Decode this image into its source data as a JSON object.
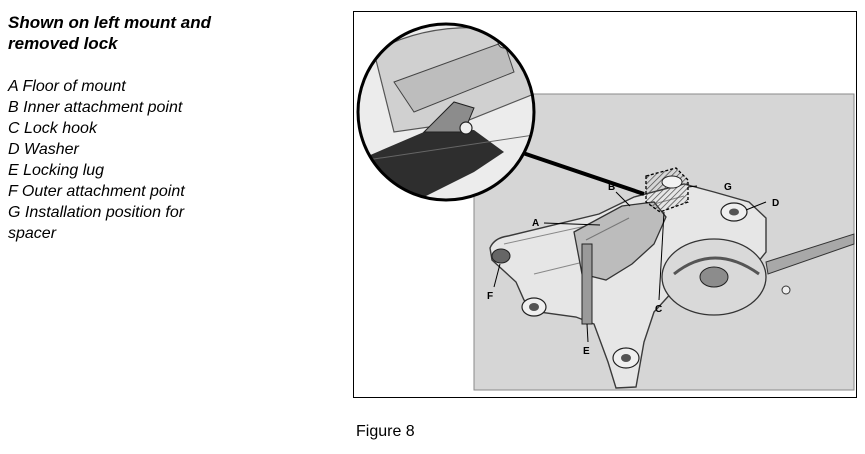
{
  "legend": {
    "title_line1": "Shown on left mount and",
    "title_line2": "removed lock",
    "items": [
      "A Floor of mount",
      "B Inner attachment point",
      "C Lock hook",
      "D Washer",
      "E Locking lug",
      "F Outer attachment point",
      "G Installation position for",
      "spacer"
    ]
  },
  "figure": {
    "callouts": {
      "A": "A",
      "B": "B",
      "C": "C",
      "D": "D",
      "E": "E",
      "F": "F",
      "G": "G"
    },
    "caption": "Figure 8"
  },
  "colors": {
    "photo_background": "#d6d6d6",
    "metal_light": "#e3e3e3",
    "metal_mid": "#b5b5b5",
    "metal_dark": "#6f6f6f",
    "outline": "#000000"
  }
}
